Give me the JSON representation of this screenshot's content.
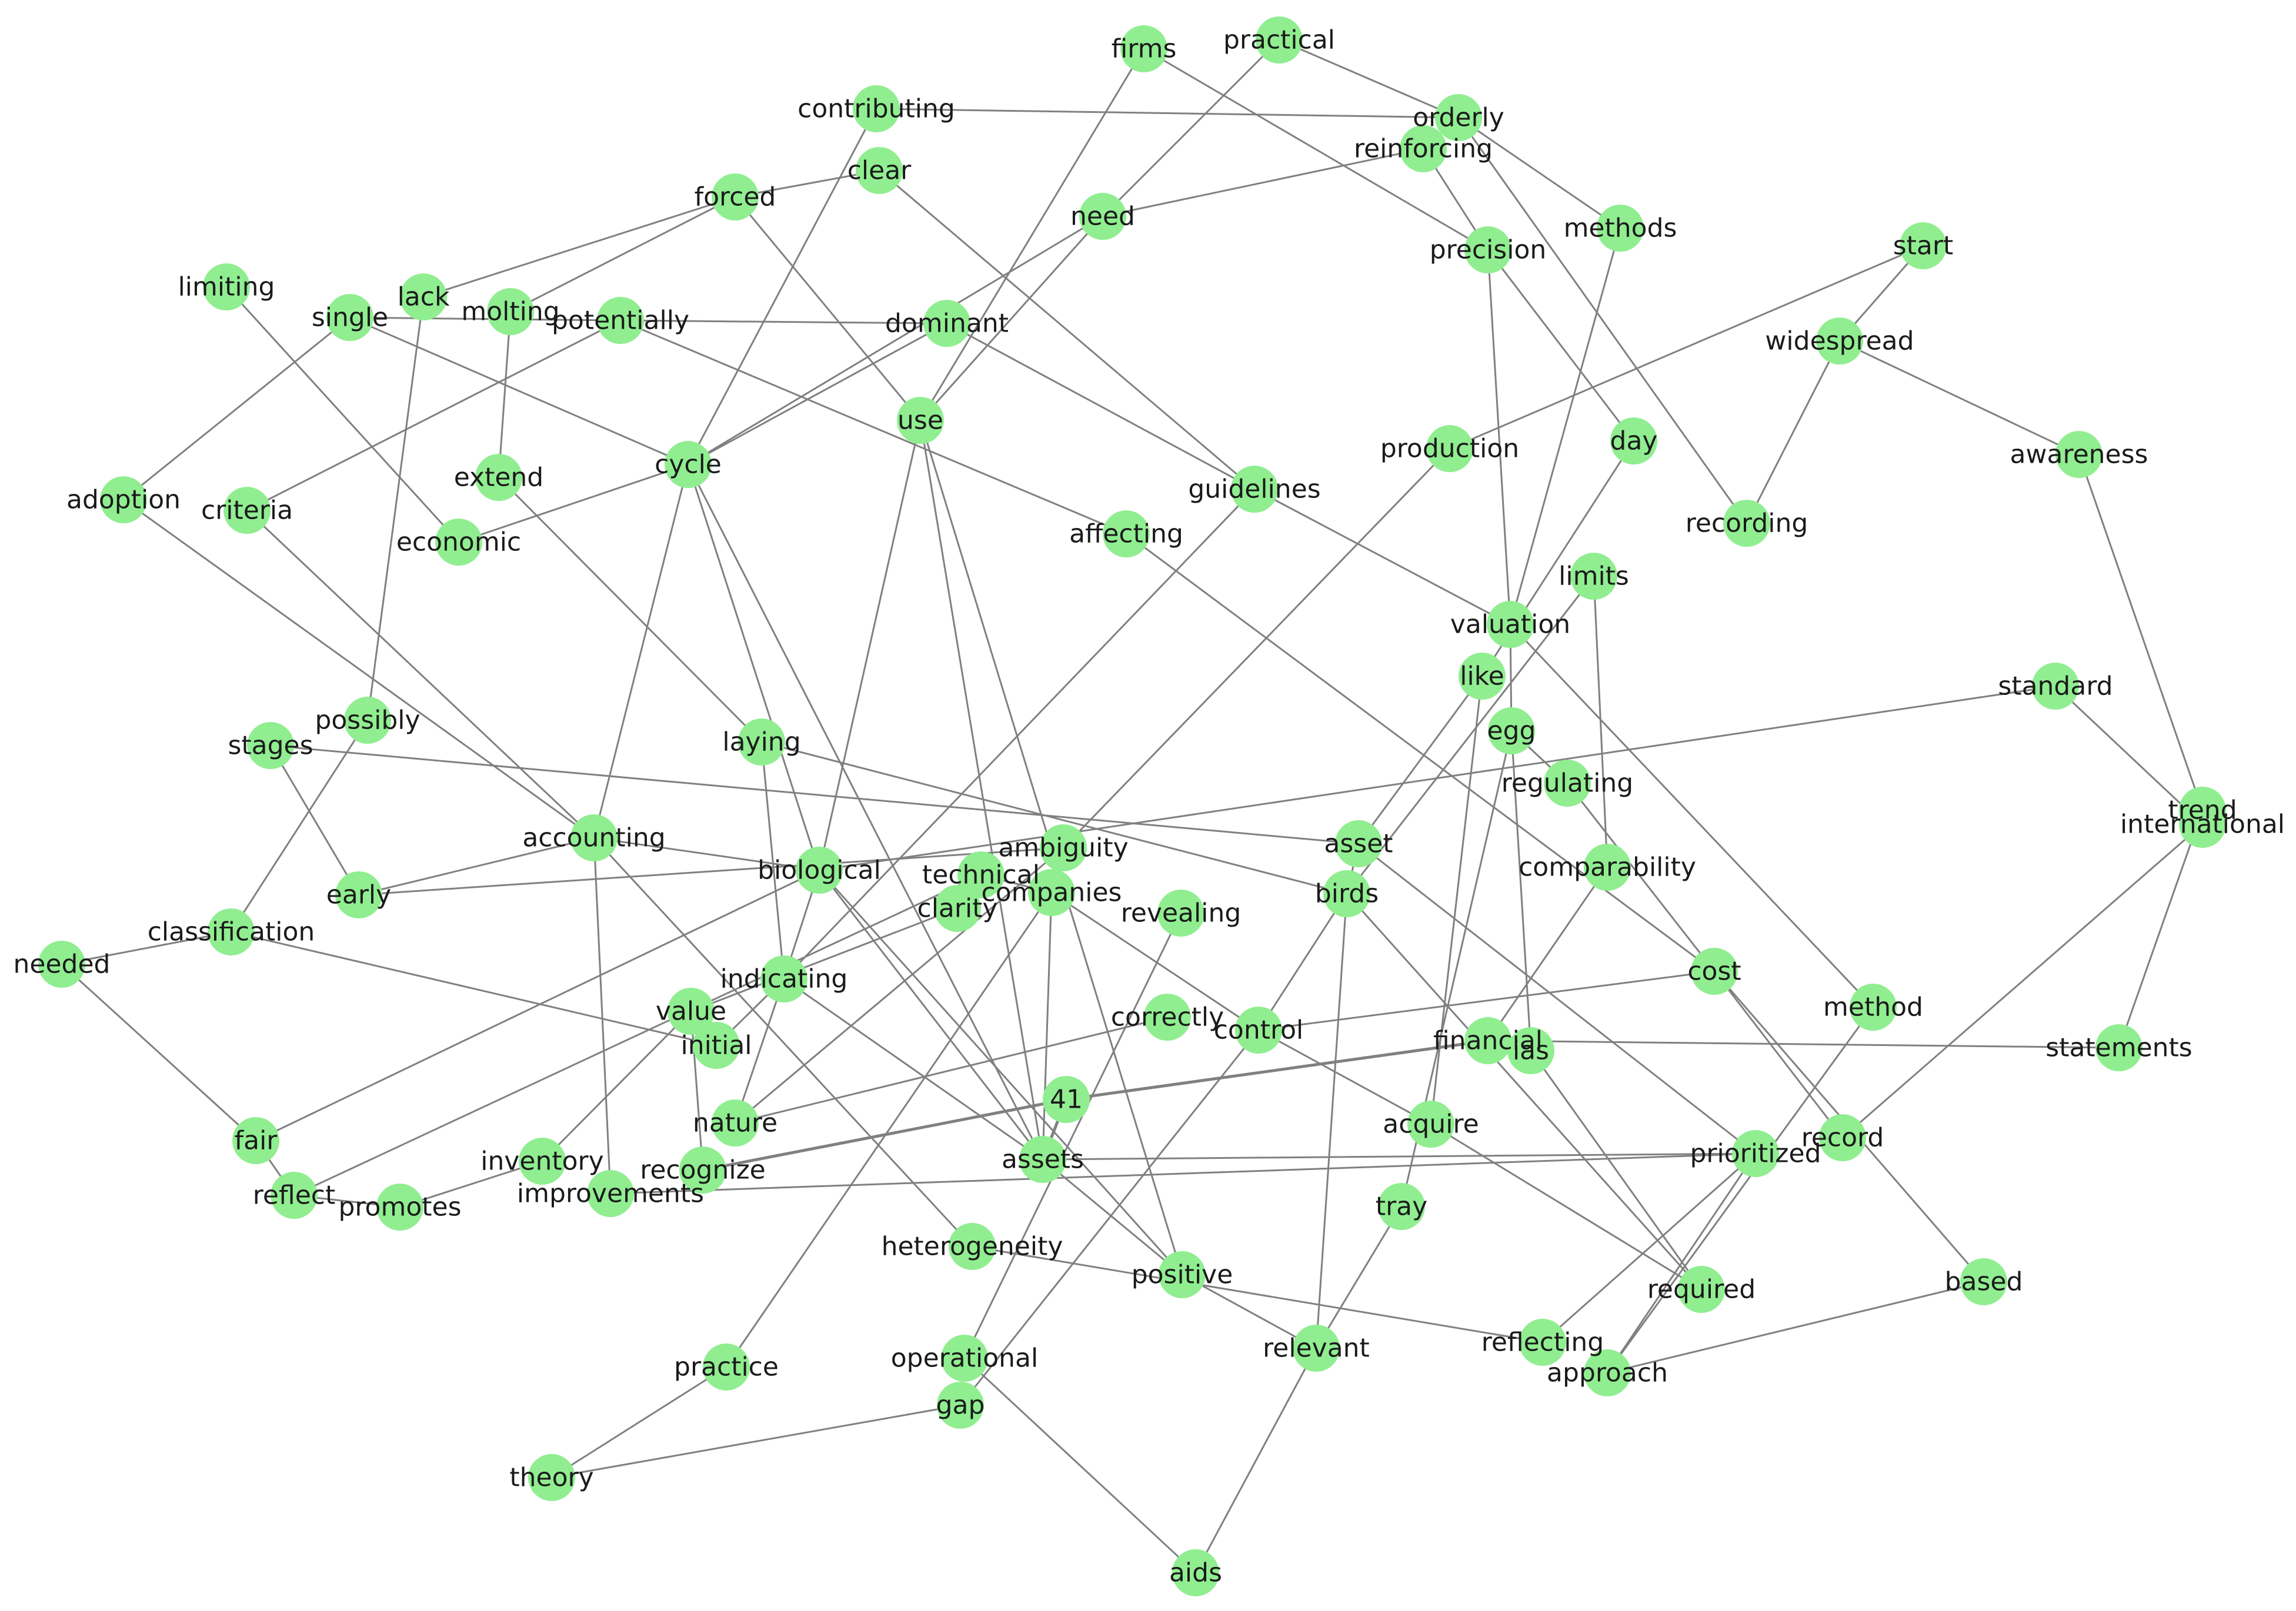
{
  "graph": {
    "node_color": "#90ee90",
    "edge_color": "#808080",
    "label_color": "#1a1a1a",
    "nodes": [
      "firms",
      "practical",
      "contributing",
      "orderly",
      "clear",
      "reinforcing",
      "forced",
      "need",
      "methods",
      "start",
      "precision",
      "limiting",
      "lack",
      "molting",
      "single",
      "potentially",
      "dominant",
      "widespread",
      "use",
      "day",
      "production",
      "cycle",
      "extend",
      "adoption",
      "criteria",
      "awareness",
      "guidelines",
      "recording",
      "economic",
      "affecting",
      "limits",
      "valuation",
      "like",
      "standard",
      "laying",
      "possibly",
      "stages",
      "egg",
      "regulating",
      "trend",
      "international",
      "accounting",
      "ambiguity",
      "asset",
      "biological",
      "technical",
      "comparability",
      "early",
      "companies",
      "birds",
      "clarity",
      "revealing",
      "classification",
      "cost",
      "needed",
      "indicating",
      "method",
      "value",
      "correctly",
      "control",
      "initial",
      "financial",
      "ias",
      "statements",
      "41",
      "nature",
      "acquire",
      "fair",
      "inventory",
      "assets",
      "recognize",
      "record",
      "prioritized",
      "reflect",
      "promotes",
      "improvements",
      "tray",
      "heterogeneity",
      "positive",
      "based",
      "required",
      "reflecting",
      "relevant",
      "practice",
      "operational",
      "approach",
      "gap",
      "theory",
      "aids"
    ],
    "edges": [
      [
        "contributing",
        "orderly"
      ],
      [
        "contributing",
        "cycle"
      ],
      [
        "firms",
        "use"
      ],
      [
        "firms",
        "precision"
      ],
      [
        "practical",
        "need"
      ],
      [
        "practical",
        "orderly"
      ],
      [
        "orderly",
        "methods"
      ],
      [
        "orderly",
        "recording"
      ],
      [
        "reinforcing",
        "need"
      ],
      [
        "reinforcing",
        "precision"
      ],
      [
        "clear",
        "forced"
      ],
      [
        "clear",
        "guidelines"
      ],
      [
        "forced",
        "lack"
      ],
      [
        "forced",
        "molting"
      ],
      [
        "forced",
        "use"
      ],
      [
        "need",
        "cycle"
      ],
      [
        "need",
        "use"
      ],
      [
        "dominant",
        "cycle"
      ],
      [
        "dominant",
        "guidelines"
      ],
      [
        "potentially",
        "dominant"
      ],
      [
        "single",
        "potentially"
      ],
      [
        "single",
        "cycle"
      ],
      [
        "single",
        "adoption"
      ],
      [
        "limiting",
        "economic"
      ],
      [
        "lack",
        "possibly"
      ],
      [
        "molting",
        "extend"
      ],
      [
        "potentially",
        "criteria"
      ],
      [
        "potentially",
        "affecting"
      ],
      [
        "economic",
        "cycle"
      ],
      [
        "extend",
        "laying"
      ],
      [
        "start",
        "production"
      ],
      [
        "widespread",
        "awareness"
      ],
      [
        "widespread",
        "recording"
      ],
      [
        "start",
        "widespread"
      ],
      [
        "precision",
        "valuation"
      ],
      [
        "precision",
        "day"
      ],
      [
        "methods",
        "valuation"
      ],
      [
        "guidelines",
        "valuation"
      ],
      [
        "production",
        "ambiguity"
      ],
      [
        "day",
        "like"
      ],
      [
        "limits",
        "birds"
      ],
      [
        "valuation",
        "method"
      ],
      [
        "valuation",
        "egg"
      ],
      [
        "like",
        "asset"
      ],
      [
        "like",
        "acquire"
      ],
      [
        "affecting",
        "cost"
      ],
      [
        "adoption",
        "accounting"
      ],
      [
        "criteria",
        "accounting"
      ],
      [
        "awareness",
        "trend"
      ],
      [
        "standard",
        "international"
      ],
      [
        "standard",
        "biological"
      ],
      [
        "trend",
        "statements"
      ],
      [
        "international",
        "record"
      ],
      [
        "stages",
        "early"
      ],
      [
        "stages",
        "asset"
      ],
      [
        "possibly",
        "classification"
      ],
      [
        "laying",
        "indicating"
      ],
      [
        "laying",
        "birds"
      ],
      [
        "use",
        "biological"
      ],
      [
        "use",
        "assets"
      ],
      [
        "use",
        "positive"
      ],
      [
        "cycle",
        "accounting"
      ],
      [
        "cycle",
        "biological"
      ],
      [
        "cycle",
        "assets"
      ],
      [
        "accounting",
        "biological"
      ],
      [
        "accounting",
        "improvements"
      ],
      [
        "accounting",
        "heterogeneity"
      ],
      [
        "accounting",
        "early"
      ],
      [
        "biological",
        "fair"
      ],
      [
        "biological",
        "assets"
      ],
      [
        "biological",
        "positive"
      ],
      [
        "biological",
        "indicating"
      ],
      [
        "technical",
        "reflect"
      ],
      [
        "technical",
        "companies"
      ],
      [
        "ambiguity",
        "early"
      ],
      [
        "ambiguity",
        "nature"
      ],
      [
        "companies",
        "control"
      ],
      [
        "companies",
        "assets"
      ],
      [
        "clarity",
        "value"
      ],
      [
        "guidelines",
        "indicating"
      ],
      [
        "asset",
        "birds"
      ],
      [
        "asset",
        "prioritized"
      ],
      [
        "egg",
        "regulating"
      ],
      [
        "egg",
        "ias"
      ],
      [
        "egg",
        "tray"
      ],
      [
        "regulating",
        "cost"
      ],
      [
        "comparability",
        "financial"
      ],
      [
        "comparability",
        "limits"
      ],
      [
        "birds",
        "relevant"
      ],
      [
        "birds",
        "control"
      ],
      [
        "birds",
        "required"
      ],
      [
        "cost",
        "record"
      ],
      [
        "cost",
        "control"
      ],
      [
        "method",
        "approach"
      ],
      [
        "classification",
        "needed"
      ],
      [
        "classification",
        "initial"
      ],
      [
        "needed",
        "fair"
      ],
      [
        "fair",
        "reflect"
      ],
      [
        "reflect",
        "promotes"
      ],
      [
        "value",
        "inventory"
      ],
      [
        "value",
        "recognize"
      ],
      [
        "initial",
        "indicating"
      ],
      [
        "indicating",
        "assets"
      ],
      [
        "indicating",
        "nature"
      ],
      [
        "revealing",
        "operational"
      ],
      [
        "correctly",
        "nature"
      ],
      [
        "control",
        "acquire"
      ],
      [
        "control",
        "gap"
      ],
      [
        "financial",
        "41"
      ],
      [
        "financial",
        "statements"
      ],
      [
        "ias",
        "required"
      ],
      [
        "41",
        "assets"
      ],
      [
        "41",
        "recognize"
      ],
      [
        "acquire",
        "required"
      ],
      [
        "assets",
        "prioritized"
      ],
      [
        "assets",
        "positive"
      ],
      [
        "inventory",
        "promotes"
      ],
      [
        "improvements",
        "prioritized"
      ],
      [
        "heterogeneity",
        "reflecting"
      ],
      [
        "prioritized",
        "reflecting"
      ],
      [
        "prioritized",
        "approach"
      ],
      [
        "based",
        "approach"
      ],
      [
        "based",
        "cost"
      ],
      [
        "positive",
        "relevant"
      ],
      [
        "tray",
        "relevant"
      ],
      [
        "relevant",
        "aids"
      ],
      [
        "operational",
        "aids"
      ],
      [
        "practice",
        "theory"
      ],
      [
        "practice",
        "companies"
      ],
      [
        "theory",
        "gap"
      ]
    ]
  }
}
